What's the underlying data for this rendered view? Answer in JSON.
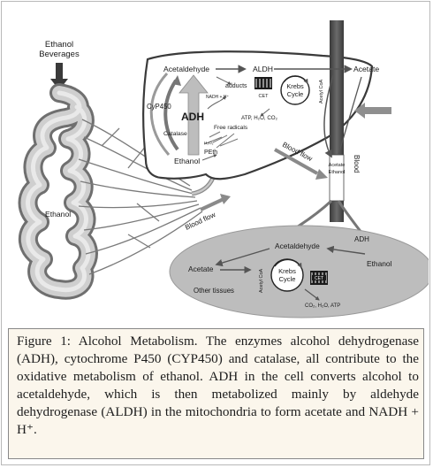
{
  "diagram": {
    "labels": {
      "beverages_line1": "Ethanol",
      "beverages_line2": "Beverages",
      "acetaldehyde_liver": "Acetaldehyde",
      "aldh_liver": "ALDH",
      "acetate_liver": "Acetate",
      "nadh_liver": "NADH + H⁺",
      "adducts": "adducts",
      "cet_liver": "CET",
      "krebs_liver_1": "Krebs",
      "krebs_liver_2": "Cycle",
      "acetylcoa_liver": "Acetyl CoA",
      "cyp450": "CyP450",
      "adh_liver": "ADH",
      "products_liver": "ATP,  H₂O,  CO₂",
      "free_radicals": "Free radicals",
      "catalase": "Catalase",
      "h2o2": "H₂O₂",
      "peth": "PEth",
      "ethanol_liver": "Ethanol",
      "blood_flow_upper": "Blood flow",
      "acetate_ethanol_1": "Acetate",
      "acetate_ethanol_2": "Ethanol",
      "blood_vertical": "Blood",
      "ethanol_intestine": "Ethanol",
      "blood_flow_lower": "Blood flow",
      "acetaldehyde_tissue": "Acetaldehyde",
      "adh_tissue": "ADH",
      "ethanol_tissue": "Ethanol",
      "acetate_tissue": "Acetate",
      "acetylcoa_tissue": "Acetyl CoA",
      "krebs_tissue_1": "Krebs",
      "krebs_tissue_2": "Cycle",
      "cet_tissue": "CET",
      "other_tissues": "Other tissues",
      "products_tissue": "CO₂, H₂O, ATP"
    }
  },
  "caption": {
    "text": "Figure 1: Alcohol Metabolism. The enzymes alcohol dehydrogenase (ADH), cytochrome P450 (CYP450) and catalase, all contribute to the oxidative metabolism of ethanol. ADH in the cell converts alcohol to acetaldehyde, which is then metabolized mainly by aldehyde dehydrogenase (ALDH) in the mitochondria to form acetate and NADH + H⁺."
  }
}
